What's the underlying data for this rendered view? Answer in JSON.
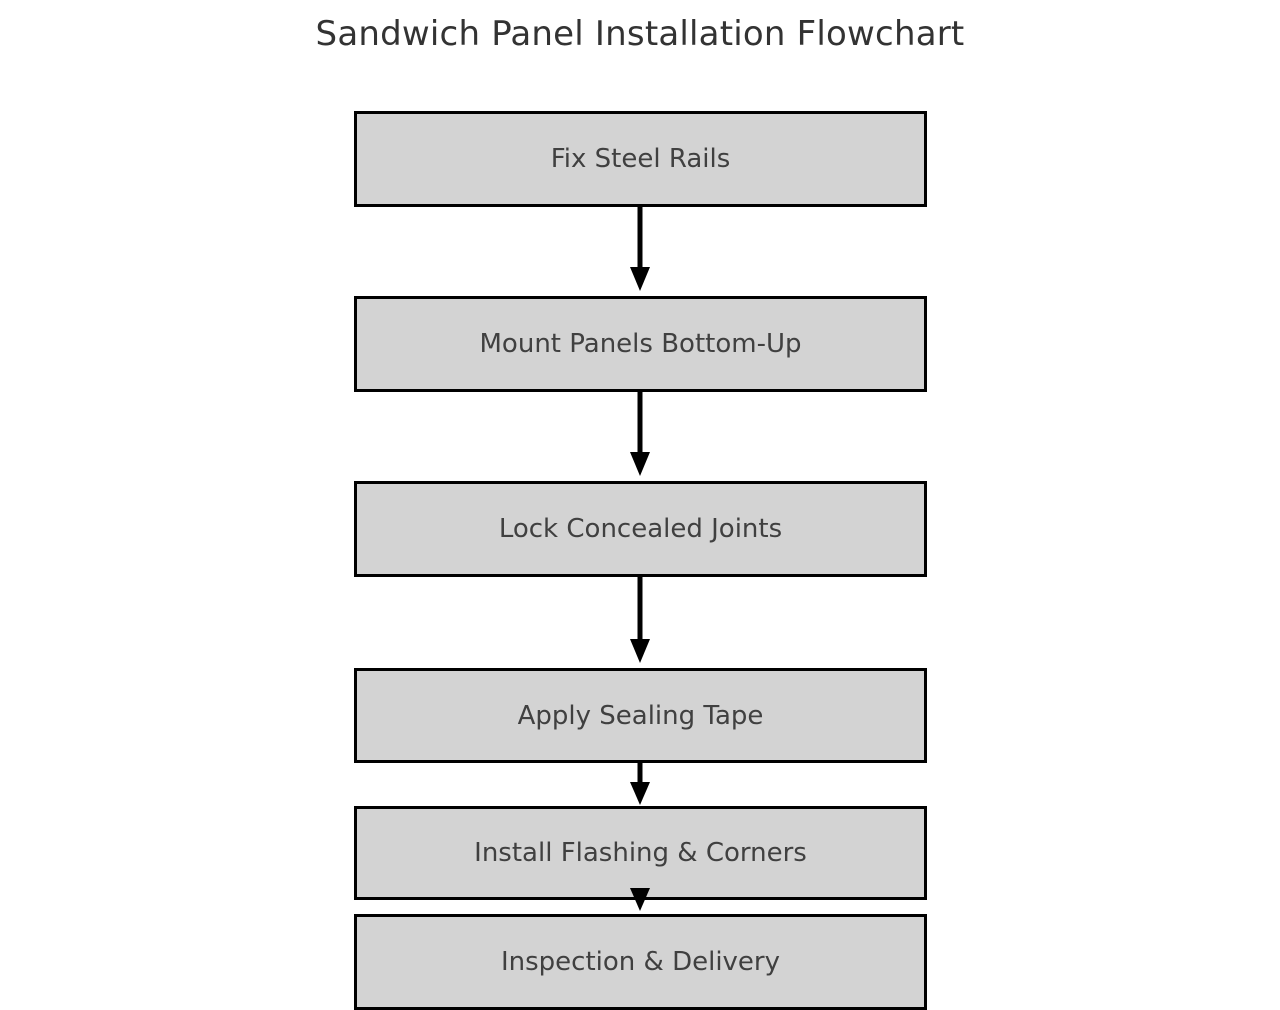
{
  "chart_data": {
    "type": "diagram",
    "diagram_type": "flowchart",
    "title": "Sandwich Panel Installation Flowchart",
    "orientation": "top-to-bottom",
    "node_shape": "rectangle",
    "node_fill": "#d3d3d3",
    "node_border": "#000000",
    "text_color": "#404040",
    "background": "#ffffff",
    "nodes": [
      {
        "id": "n1",
        "label": "Fix Steel Rails"
      },
      {
        "id": "n2",
        "label": "Mount Panels Bottom-Up"
      },
      {
        "id": "n3",
        "label": "Lock Concealed Joints"
      },
      {
        "id": "n4",
        "label": "Apply Sealing Tape"
      },
      {
        "id": "n5",
        "label": "Install Flashing & Corners"
      },
      {
        "id": "n6",
        "label": "Inspection & Delivery"
      }
    ],
    "edges": [
      {
        "from": "n1",
        "to": "n2",
        "style": "solid-arrow",
        "label": ""
      },
      {
        "from": "n2",
        "to": "n3",
        "style": "solid-arrow",
        "label": ""
      },
      {
        "from": "n3",
        "to": "n4",
        "style": "solid-arrow",
        "label": ""
      },
      {
        "from": "n4",
        "to": "n5",
        "style": "solid-arrow",
        "label": ""
      },
      {
        "from": "n5",
        "to": "n6",
        "style": "solid-arrow",
        "label": ""
      }
    ]
  },
  "figure": {
    "title": "Sandwich Panel Installation Flowchart"
  }
}
